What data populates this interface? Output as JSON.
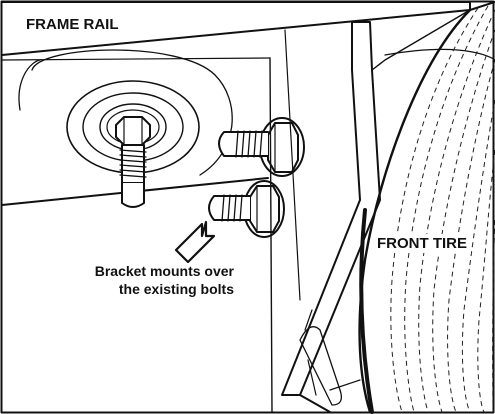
{
  "labels": {
    "frame_rail": "FRAME RAIL",
    "front_tire": "FRONT TIRE",
    "bracket_line1": "Bracket mounts over",
    "bracket_line2": "the existing bolts"
  },
  "colors": {
    "line": "#111111",
    "background": "#ffffff",
    "dashes": "#222222"
  }
}
